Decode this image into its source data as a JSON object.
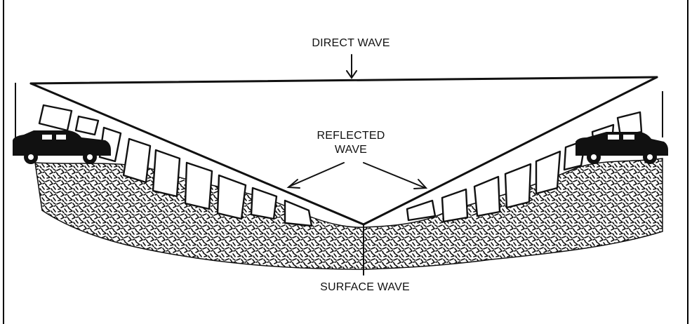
{
  "labels": {
    "direct_wave": "DIRECT WAVE",
    "reflected_wave_line1": "REFLECTED",
    "reflected_wave_line2": "WAVE",
    "surface_wave": "SURFACE WAVE"
  },
  "icons": [
    "vehicle-left-icon",
    "vehicle-right-icon"
  ],
  "colors": {
    "ink": "#111111",
    "background": "#ffffff"
  }
}
